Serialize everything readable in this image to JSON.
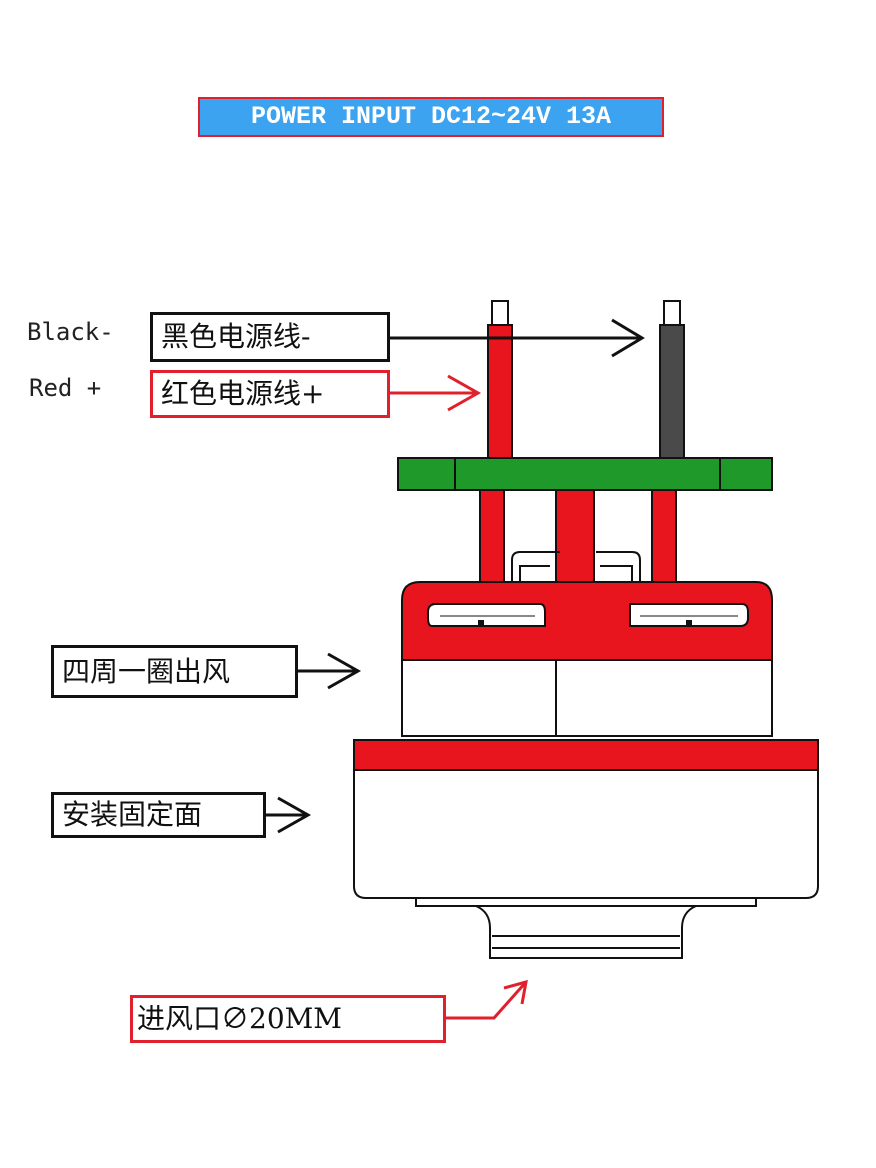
{
  "title": "POWER INPUT DC12~24V 13A",
  "wires": {
    "black_label": "Black-",
    "black_cn": "黑色电源线-",
    "red_label": "Red  +",
    "red_cn": "红色电源线+"
  },
  "callouts": {
    "outlet": "四周一圈出风",
    "mounting": "安装固定面",
    "inlet": "进风口∅20MM"
  },
  "colors": {
    "title_bg": "#3ba3f0",
    "accent_red": "#e8141e",
    "pcb_green": "#1f9a2a",
    "wire_black": "#4a4a4a"
  }
}
